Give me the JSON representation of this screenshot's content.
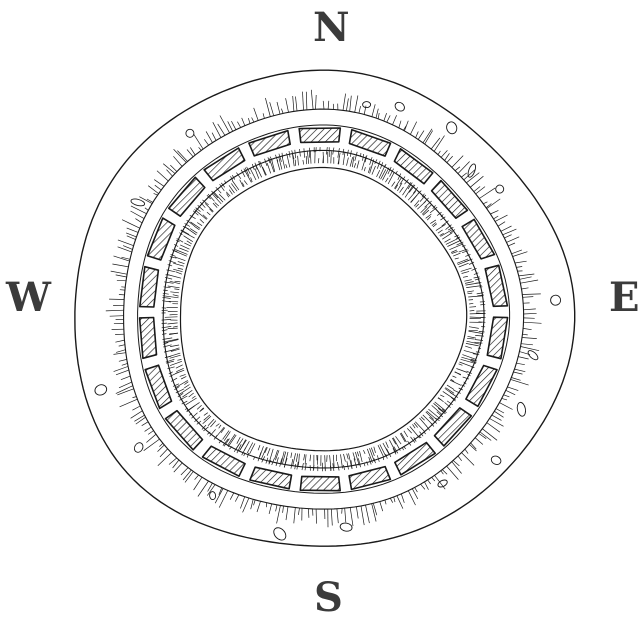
{
  "compass": {
    "north": "N",
    "south": "S",
    "west": "W",
    "east": "E"
  },
  "colors": {
    "ink": "#1a1a1a",
    "letters": "#3b3b3b",
    "background": "#ffffff"
  }
}
